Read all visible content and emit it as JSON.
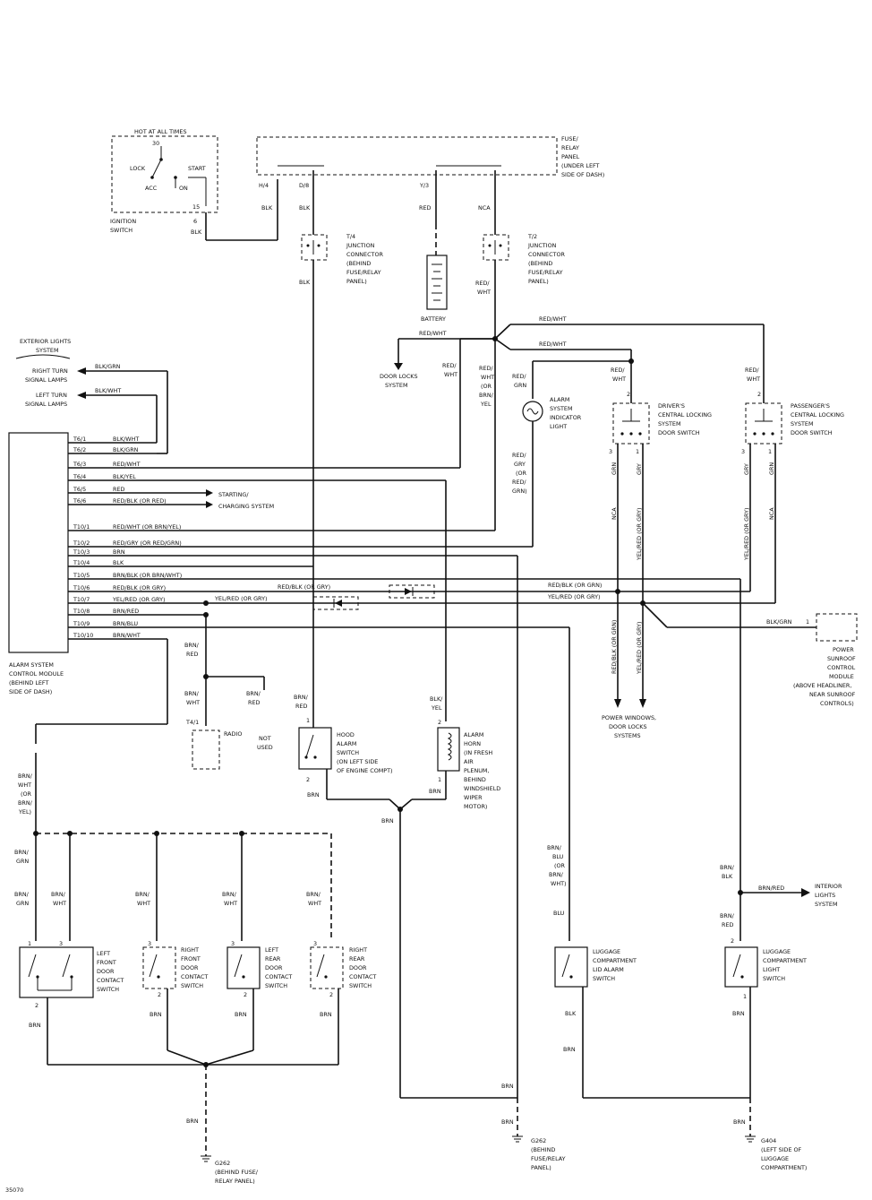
{
  "ignition": {
    "hot": "HOT AT ALL TIMES",
    "t30": "30",
    "lock": "LOCK",
    "start": "START",
    "acc": "ACC",
    "on": "ON",
    "t15": "15",
    "name": [
      "IGNITION",
      "SWITCH"
    ],
    "pin": "6",
    "wire": "BLK"
  },
  "fuse_panel": {
    "name": [
      "FUSE/",
      "RELAY",
      "PANEL",
      "(UNDER LEFT",
      "SIDE OF DASH)"
    ],
    "hm": "H/4",
    "d": "D/8",
    "y": "Y/3",
    "blk1": "BLK",
    "blk2": "BLK",
    "red": "RED",
    "nca": "NCA"
  },
  "junction4": [
    "T/4",
    "JUNCTION",
    "CONNECTOR",
    "(BEHIND",
    "FUSE/RELAY",
    "PANEL)"
  ],
  "junction2": [
    "T/2",
    "JUNCTION",
    "CONNECTOR",
    "(BEHIND",
    "FUSE/RELAY",
    "PANEL)"
  ],
  "battery": "BATTERY",
  "wires_top": {
    "blk_j": "BLK",
    "redwht1": "RED/",
    "redwht1b": "WHT",
    "redwht_a": "RED/WHT",
    "redwht_b": "RED/WHT",
    "redwht_c": "RED/WHT",
    "door_locks": [
      "DOOR LOCKS",
      "SYSTEM"
    ],
    "redwht_left": [
      "RED/",
      "WHT"
    ],
    "redwht_alt": [
      "RED/",
      "WHT",
      "(OR",
      "BRN/",
      "YEL"
    ],
    "redgrn": [
      "RED/",
      "GRN"
    ],
    "redgry": [
      "RED/",
      "GRY",
      "(OR",
      "RED/",
      "GRN)"
    ],
    "alarm_light": [
      "ALARM",
      "SYSTEM",
      "INDICATOR",
      "LIGHT"
    ]
  },
  "ext_lights": {
    "title": [
      "EXTERIOR LIGHTS",
      "SYSTEM"
    ],
    "right": [
      "RIGHT TURN",
      "SIGNAL LAMPS"
    ],
    "left": [
      "LEFT TURN",
      "SIGNAL LAMPS"
    ],
    "w1": "BLK/GRN",
    "w2": "BLK/WHT"
  },
  "module": {
    "name": [
      "ALARM SYSTEM",
      "CONTROL MODULE",
      "(BEHIND LEFT",
      "SIDE OF DASH)"
    ],
    "pins": [
      {
        "pin": "T6/1",
        "wire": "BLK/WHT"
      },
      {
        "pin": "T6/2",
        "wire": "BLK/GRN"
      },
      {
        "pin": "T6/3",
        "wire": "RED/WHT"
      },
      {
        "pin": "T6/4",
        "wire": "BLK/YEL"
      },
      {
        "pin": "T6/5",
        "wire": "RED"
      },
      {
        "pin": "T6/6",
        "wire": "RED/BLK (OR RED)"
      },
      {
        "pin": "T10/1",
        "wire": "RED/WHT (OR BRN/YEL)"
      },
      {
        "pin": "T10/2",
        "wire": "RED/GRY (OR RED/GRN)"
      },
      {
        "pin": "T10/3",
        "wire": "BRN"
      },
      {
        "pin": "T10/4",
        "wire": "BLK"
      },
      {
        "pin": "T10/5",
        "wire": "BRN/BLK (OR BRN/WHT)"
      },
      {
        "pin": "T10/6",
        "wire": "RED/BLK (OR GRY)"
      },
      {
        "pin": "T10/7",
        "wire": "YEL/RED (OR GRY)"
      },
      {
        "pin": "T10/8",
        "wire": "BRN/RED"
      },
      {
        "pin": "T10/9",
        "wire": "BRN/BLU"
      },
      {
        "pin": "T10/10",
        "wire": "BRN/WHT"
      }
    ],
    "starting": [
      "STARTING/",
      "CHARGING SYSTEM"
    ],
    "redblk_mid": "RED/BLK (OR GRY)",
    "yelred_mid": "YEL/RED (OR GRY)",
    "redblk_right": "RED/BLK (OR GRN)",
    "yelred_right": "YEL/RED (OR GRY)"
  },
  "drv_switch": {
    "name": [
      "DRIVER'S",
      "CENTRAL LOCKING",
      "SYSTEM",
      "DOOR SWITCH"
    ],
    "redwht": [
      "RED/",
      "WHT"
    ],
    "p3": "3",
    "p1": "1",
    "p2": "2",
    "grn": "GRN",
    "gry": "GRY",
    "nca": "NCA",
    "yelred": "YEL/RED (OR GRY)",
    "redblk": "RED/BLK (OR GRN)",
    "yelred2": "YEL/RED (OR GRY)"
  },
  "pass_switch": {
    "name": [
      "PASSENGER'S",
      "CENTRAL LOCKING",
      "SYSTEM",
      "DOOR SWITCH"
    ],
    "redwht": [
      "RED/",
      "WHT"
    ],
    "p3": "3",
    "p1": "1",
    "p2": "2",
    "gry": "GRY",
    "grn": "GRN",
    "yelred": "YEL/RED (OR GRY)",
    "nca": "NCA"
  },
  "power_windows": [
    "POWER WINDOWS,",
    "DOOR LOCKS",
    "SYSTEMS"
  ],
  "sunroof": {
    "wire": "BLK/GRN",
    "pin": "1",
    "name": [
      "POWER",
      "SUNROOF",
      "CONTROL",
      "MODULE",
      "(ABOVE HEADLINER,",
      "NEAR SUNROOF",
      "CONTROLS)"
    ]
  },
  "radio": {
    "w1": [
      "BRN/",
      "RED"
    ],
    "w2": [
      "BRN/",
      "WHT"
    ],
    "w3": [
      "BRN/",
      "RED"
    ],
    "conn": "T4/1",
    "name": "RADIO",
    "notused": [
      "NOT",
      "USED"
    ]
  },
  "hood": {
    "wire": [
      "BRN/",
      "RED"
    ],
    "p1": "1",
    "p2": "2",
    "name": [
      "HOOD",
      "ALARM",
      "SWITCH",
      "(ON LEFT SIDE",
      "OF ENGINE COMPT)"
    ],
    "brn": "BRN"
  },
  "horn": {
    "wire": [
      "BLK/",
      "YEL"
    ],
    "p2": "2",
    "p1": "1",
    "name": [
      "ALARM",
      "HORN",
      "(IN FRESH",
      "AIR",
      "PLENUM,",
      "BEHIND",
      "WINDSHIELD",
      "WIPER",
      "MOTOR)"
    ],
    "brn": "BRN"
  },
  "brn_join": "BRN",
  "door_feed": [
    "BRN/",
    "WHT",
    "(OR",
    "BRN/",
    "YEL)"
  ],
  "doors": {
    "lf_w1": [
      "BRN/",
      "GRN"
    ],
    "lf_w2": [
      "BRN/",
      "GRN"
    ],
    "lf_w3": [
      "BRN/",
      "WHT"
    ],
    "rf_w": [
      "BRN/",
      "WHT"
    ],
    "lr_w": [
      "BRN/",
      "WHT"
    ],
    "rr_w": [
      "BRN/",
      "WHT"
    ],
    "lf_name": [
      "LEFT",
      "FRONT",
      "DOOR",
      "CONTACT",
      "SWITCH"
    ],
    "rf_name": [
      "RIGHT",
      "FRONT",
      "DOOR",
      "CONTACT",
      "SWITCH"
    ],
    "lr_name": [
      "LEFT",
      "REAR",
      "DOOR",
      "CONTACT",
      "SWITCH"
    ],
    "rr_name": [
      "RIGHT",
      "REAR",
      "DOOR",
      "CONTACT",
      "SWITCH"
    ],
    "p1": "1",
    "p2": "2",
    "p3": "3",
    "brn": "BRN"
  },
  "lug_alarm": {
    "wire": [
      "BRN/",
      "BLU",
      "(OR",
      "BRN/",
      "WHT)"
    ],
    "blu": "BLU",
    "name": [
      "LUGGAGE",
      "COMPARTMENT",
      "LID ALARM",
      "SWITCH"
    ],
    "blk": "BLK",
    "brn": "BRN"
  },
  "lug_light": {
    "wire": [
      "BRN/",
      "BLK"
    ],
    "brnred": "BRN/RED",
    "interior": [
      "INTERIOR",
      "LIGHTS",
      "SYSTEM"
    ],
    "wire2": [
      "BRN/",
      "RED"
    ],
    "p2": "2",
    "p1": "1",
    "name": [
      "LUGGAGE",
      "COMPARTMENT",
      "LIGHT",
      "SWITCH"
    ],
    "brn": "BRN"
  },
  "grounds": {
    "g262a": [
      "G262",
      "(BEHIND FUSE/",
      "RELAY PANEL)"
    ],
    "g262b": [
      "G262",
      "(BEHIND",
      "FUSE/RELAY",
      "PANEL)"
    ],
    "g404": [
      "G404",
      "(LEFT SIDE OF",
      "LUGGAGE",
      "COMPARTMENT)"
    ],
    "brn": "BRN"
  },
  "fig_id": "35070"
}
